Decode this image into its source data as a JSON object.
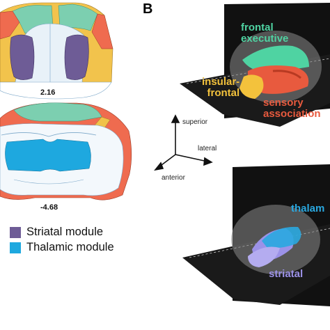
{
  "panel_b_letter": "B",
  "slices": {
    "top_coordinate": "2.16",
    "bottom_coordinate": "-4.68"
  },
  "legend": [
    {
      "label": "Striatal module",
      "color": "#6e5c96"
    },
    {
      "label": "Thalamic module",
      "color": "#1ea8df"
    }
  ],
  "axes": {
    "superior": "superior",
    "lateral": "lateral",
    "anterior": "anterior"
  },
  "top_brain_labels": {
    "frontal_executive": "frontal\nexecutive",
    "insular_frontal": "insular-\nfrontal",
    "sensory_association": "sensory\nassociation"
  },
  "bottom_brain_labels": {
    "thalamic": "thalam",
    "striatal": "striatal"
  },
  "colors": {
    "frontal_executive": "#4fd3a2",
    "insular_frontal": "#f3c23c",
    "sensory_association": "#e85a3e",
    "thalamic": "#2aa8e0",
    "striatal": "#9c92e8",
    "cortex_teal": "#7ccfb0",
    "cortex_red": "#ef6b4f",
    "cortex_yellow": "#f0c24a"
  }
}
